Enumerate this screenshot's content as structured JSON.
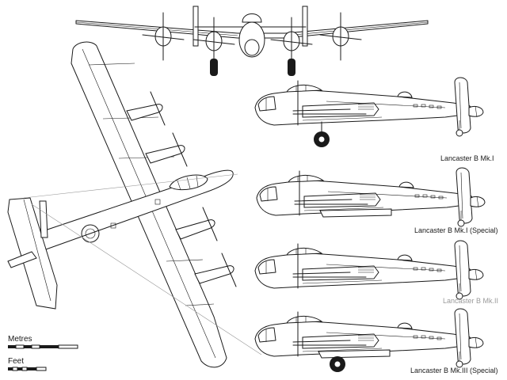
{
  "labels": {
    "mk1": "Lancaster B Mk.I",
    "mk1_special": "Lancaster B Mk.I (Special)",
    "mk2": "Lancaster B Mk.II",
    "mk3_special": "Lancaster B Mk.III (Special)"
  },
  "scale": {
    "metres": "Metres",
    "feet": "Feet"
  },
  "colors": {
    "line": "#1a1a1a",
    "ghost": "#b3b3b3",
    "background": "#ffffff"
  }
}
